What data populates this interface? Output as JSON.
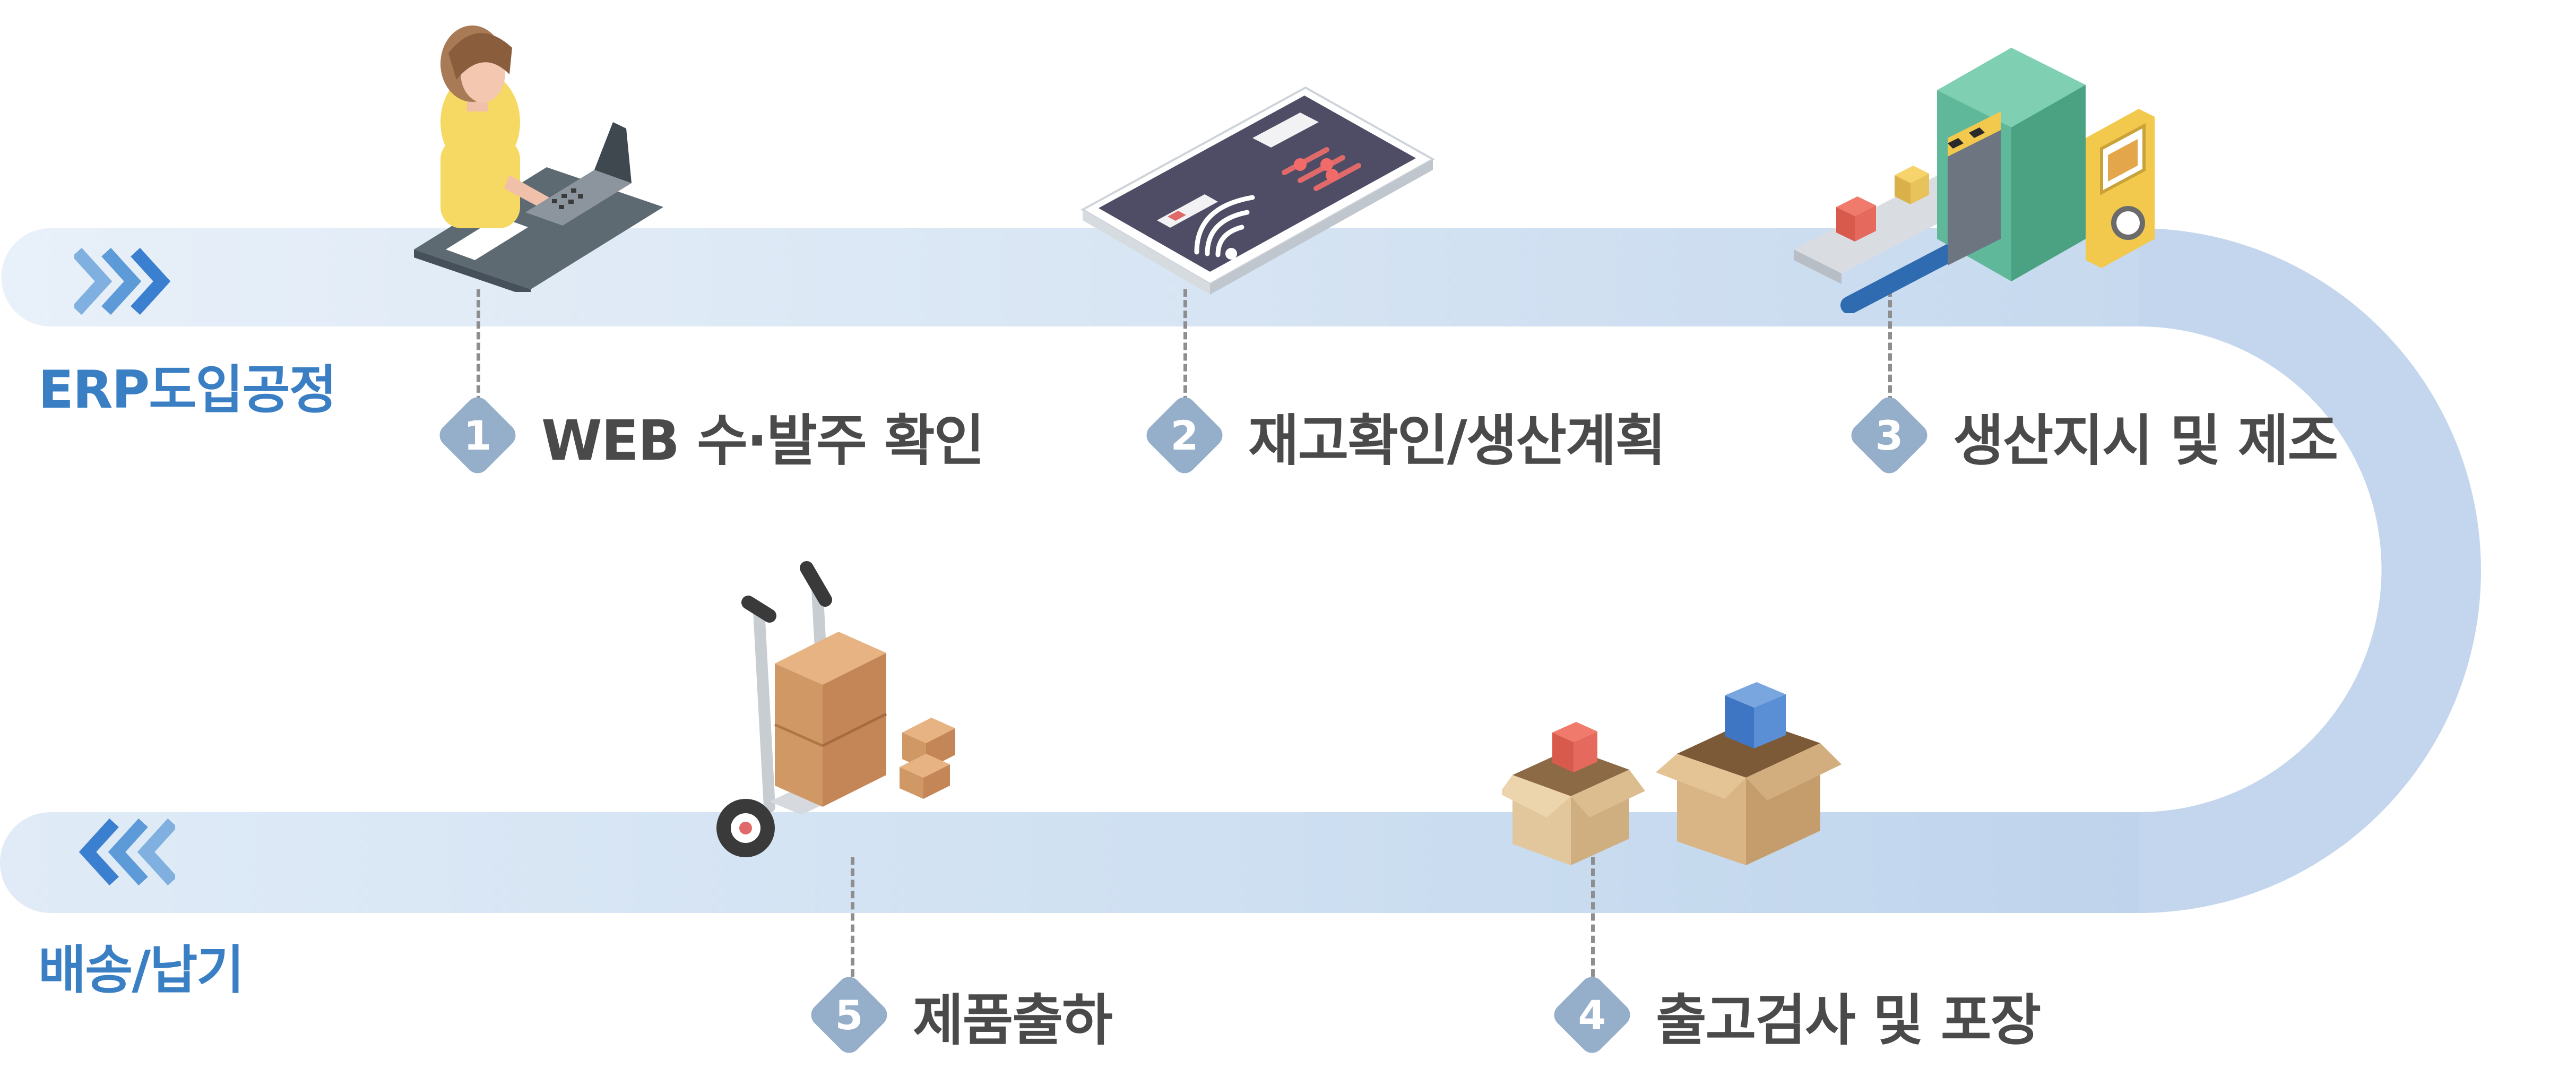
{
  "lanes": {
    "top_label": "ERP도입공정",
    "bottom_label": "배송/납기"
  },
  "steps": [
    {
      "number": "1",
      "label": "WEB 수·발주 확인",
      "icon": "person-laptop-icon"
    },
    {
      "number": "2",
      "label": "재고확인/생산계획",
      "icon": "tablet-icon"
    },
    {
      "number": "3",
      "label": "생산지시 및 제조",
      "icon": "factory-machine-icon"
    },
    {
      "number": "4",
      "label": "출고검사 및 포장",
      "icon": "open-boxes-icon"
    },
    {
      "number": "5",
      "label": "제품출하",
      "icon": "hand-truck-icon"
    }
  ],
  "colors": {
    "track": "#c5d8ee",
    "track_light": "#e6eff8",
    "lane_label": "#3a7fc4",
    "badge": "#95aec9",
    "step_text": "#4a4a4a",
    "chevron": "#4a90d9"
  }
}
